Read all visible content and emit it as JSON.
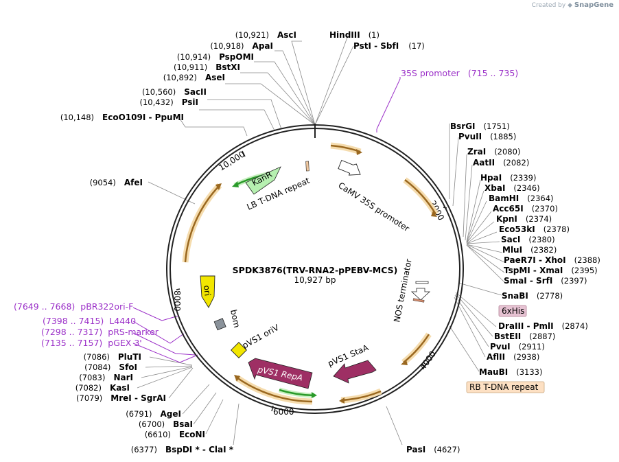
{
  "credit": {
    "prefix": "Created by",
    "brand": "SnapGene"
  },
  "plasmid": {
    "name": "SPDK3876(TRV-RNA2-pPEBV-MCS)",
    "length": "10,927 bp"
  },
  "ticks": [
    "2000",
    "4000",
    "6000",
    "8000",
    "10,000"
  ],
  "sites_right": [
    {
      "name": "HindIII",
      "pos": "(1)"
    },
    {
      "name": "PstI  -  SbfI",
      "pos": "(17)"
    },
    {
      "name": "BsrGI",
      "pos": "(1751)"
    },
    {
      "name": "PvuII",
      "pos": "(1885)"
    },
    {
      "name": "ZraI",
      "pos": "(2080)"
    },
    {
      "name": "AatII",
      "pos": "(2082)"
    },
    {
      "name": "HpaI",
      "pos": "(2339)"
    },
    {
      "name": "XbaI",
      "pos": "(2346)"
    },
    {
      "name": "BamHI",
      "pos": "(2364)"
    },
    {
      "name": "Acc65I",
      "pos": "(2370)"
    },
    {
      "name": "KpnI",
      "pos": "(2374)"
    },
    {
      "name": "Eco53kI",
      "pos": "(2378)"
    },
    {
      "name": "SacI",
      "pos": "(2380)"
    },
    {
      "name": "MluI",
      "pos": "(2382)"
    },
    {
      "name": "PaeR7I  -  XhoI",
      "pos": "(2388)"
    },
    {
      "name": "TspMI  -  XmaI",
      "pos": "(2395)"
    },
    {
      "name": "SmaI  -  SrfI",
      "pos": "(2397)"
    },
    {
      "name": "SnaBI",
      "pos": "(2778)"
    },
    {
      "name": "DraIII  -  PmlI",
      "pos": "(2874)"
    },
    {
      "name": "BstEII",
      "pos": "(2887)"
    },
    {
      "name": "PvuI",
      "pos": "(2911)"
    },
    {
      "name": "AflII",
      "pos": "(2938)"
    },
    {
      "name": "MauBI",
      "pos": "(3133)"
    },
    {
      "name": "PasI",
      "pos": "(4627)"
    }
  ],
  "sites_left": [
    {
      "name": "AscI",
      "pos": "(10,921)"
    },
    {
      "name": "ApaI",
      "pos": "(10,918)"
    },
    {
      "name": "PspOMI",
      "pos": "(10,914)"
    },
    {
      "name": "BstXI",
      "pos": "(10,911)"
    },
    {
      "name": "AseI",
      "pos": "(10,892)"
    },
    {
      "name": "SacII",
      "pos": "(10,560)"
    },
    {
      "name": "PsiI",
      "pos": "(10,432)"
    },
    {
      "name": "EcoO109I  -  PpuMI",
      "pos": "(10,148)"
    },
    {
      "name": "AfeI",
      "pos": "(9054)"
    },
    {
      "name": "PluTI",
      "pos": "(7086)"
    },
    {
      "name": "SfoI",
      "pos": "(7084)"
    },
    {
      "name": "NarI",
      "pos": "(7083)"
    },
    {
      "name": "KasI",
      "pos": "(7082)"
    },
    {
      "name": "MreI  -  SgrAI",
      "pos": "(7079)"
    },
    {
      "name": "AgeI",
      "pos": "(6791)"
    },
    {
      "name": "BsaI",
      "pos": "(6700)"
    },
    {
      "name": "EcoNI",
      "pos": "(6610)"
    },
    {
      "name": "BspDI *  -  ClaI *",
      "pos": "(6377)"
    }
  ],
  "primers": [
    {
      "name": "35S promoter",
      "range": "(715 .. 735)"
    },
    {
      "name": "pBR322ori-F",
      "range": "(7649 .. 7668)"
    },
    {
      "name": "L4440",
      "range": "(7398 .. 7415)"
    },
    {
      "name": "pRS-marker",
      "range": "(7298 .. 7317)"
    },
    {
      "name": "pGEX 3'",
      "range": "(7135 .. 7157)"
    }
  ],
  "features": {
    "kanr": "KanR",
    "lb_repeat": "LB T-DNA repeat",
    "camv_promoter": "CaMV 35S promoter",
    "nos_terminator": "NOS terminator",
    "ori": "ori",
    "bom": "bom",
    "pvs1_oriv": "pVS1 oriV",
    "pvs1_repa": "pVS1 RepA",
    "pvs1_staa": "pVS1 StaA"
  },
  "boxes": {
    "his": "6xHis",
    "rb_repeat": "RB T-DNA repeat"
  },
  "colors": {
    "backbone": "#222222",
    "orange_feature": "#e8a84a",
    "green_feature": "#3aa83a",
    "kanr_fill": "#b6f0b0",
    "repa_fill": "#9e2f64",
    "ori_fill": "#f2e600",
    "oriv_fill": "#f2e600",
    "primer": "#9b30c8",
    "his_box": "#e6c2d2",
    "rb_box": "#fde0c3"
  }
}
